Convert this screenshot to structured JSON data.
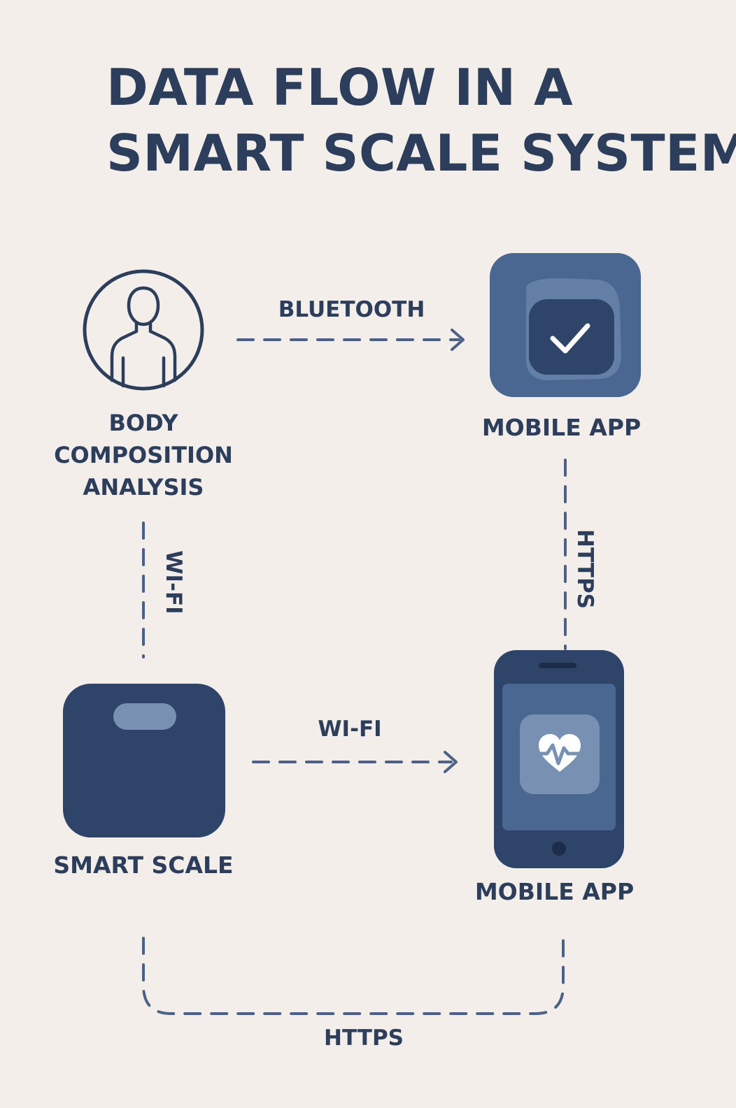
{
  "title": {
    "line1": "DATA FLOW IN A",
    "line2": "SMART SCALE SYSTEM"
  },
  "nodes": {
    "body_composition": {
      "line1": "BODY",
      "line2": "COMPOSITION",
      "line3": "ANALYSIS",
      "icon": "person-circle-icon"
    },
    "mobile_app_top": {
      "label": "MOBILE APP",
      "icon": "app-checkmark-icon"
    },
    "smart_scale": {
      "label": "SMART SCALE",
      "icon": "scale-icon"
    },
    "mobile_app_bottom": {
      "label": "MOBILE APP",
      "icon": "phone-heart-icon"
    }
  },
  "flows": {
    "bluetooth": "BLUETOOTH",
    "wifi_vertical": "WI-FI",
    "wifi_horizontal": "WI-FI",
    "https_vertical": "HTTPS",
    "https_bottom": "HTTPS"
  },
  "colors": {
    "background": "#f3eee9",
    "text": "#2c3e5c",
    "dash": "#4b6286",
    "dark_fill": "#2e4468",
    "mid_fill": "#4a6791",
    "light_fill": "#7891b3"
  }
}
